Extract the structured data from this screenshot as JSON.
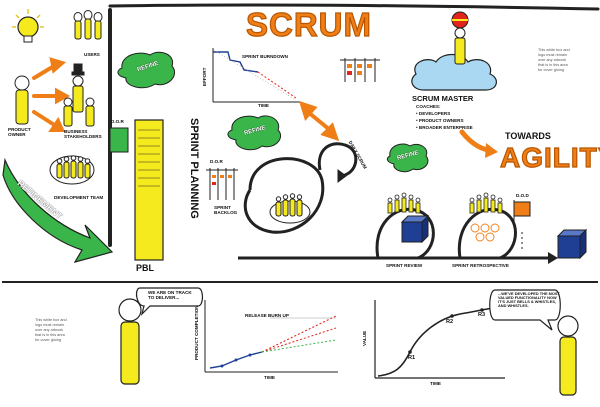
{
  "title": "SCRUM",
  "roles": {
    "users": "USERS",
    "product_owner": "PRODUCT\nOWNER",
    "business_stakeholders": "BUSINESS\nSTAKEHOLDERS",
    "development_team": "DEVELOPMENT TEAM"
  },
  "refine_labels": [
    "REFINE",
    "REFINE",
    "REFINE"
  ],
  "refinement": "REFINEMENT",
  "dor_1": "D.O.R",
  "dor_2": "D.O.R",
  "dod": "D.O.D",
  "pbl": "PBL",
  "sprint_planning": "SPRINT PLANNING",
  "sprint_backlog": "SPRINT\nBACKLOG",
  "sprint_burndown": {
    "title": "SPRINT BURNDOWN",
    "ylabel": "EFFORT",
    "xlabel": "TIME"
  },
  "daily_scrum": "DAILY SCRUM",
  "scrum_master": {
    "title": "SCRUM MASTER",
    "coaches_label": "COACHES:",
    "coaches": [
      "DEVELOPERS",
      "PRODUCT OWNERS",
      "BROADER ENTERPRISE"
    ]
  },
  "towards": "TOWARDS",
  "agility": "AGILITY",
  "sprint_review": "SPRINT REVIEW",
  "sprint_retrospective": "SPRINT RETROSPECTIVE",
  "speech_po": "WE ARE ON TRACK\nTO DELIVER...",
  "speech_po2": "...WE'VE DEVELOPED THE MOST\nVALUED FUNCTIONALITY NOW\nIT'S JUST BELLS & WHISTLES,\nAND WHISTLES.",
  "release_burnup": {
    "title": "RELEASE BURN UP",
    "ylabel": "PRODUCT COMPLETION",
    "xlabel": "TIME"
  },
  "value_chart": {
    "ylabel": "VALUE",
    "xlabel": "TIME",
    "releases": [
      "R1",
      "R2",
      "R3"
    ]
  },
  "notes": [
    "This white box and logo must remain over any artwork that is in this area for cover gluing",
    "This white box and logo must remain over any artwork that is in this area for cover gluing"
  ],
  "colors": {
    "orange": "#f07e16",
    "green": "#39b54a",
    "yellow": "#f5ea1e",
    "blue": "#1f3f94",
    "red": "#e1251b",
    "grey": "#555555"
  }
}
